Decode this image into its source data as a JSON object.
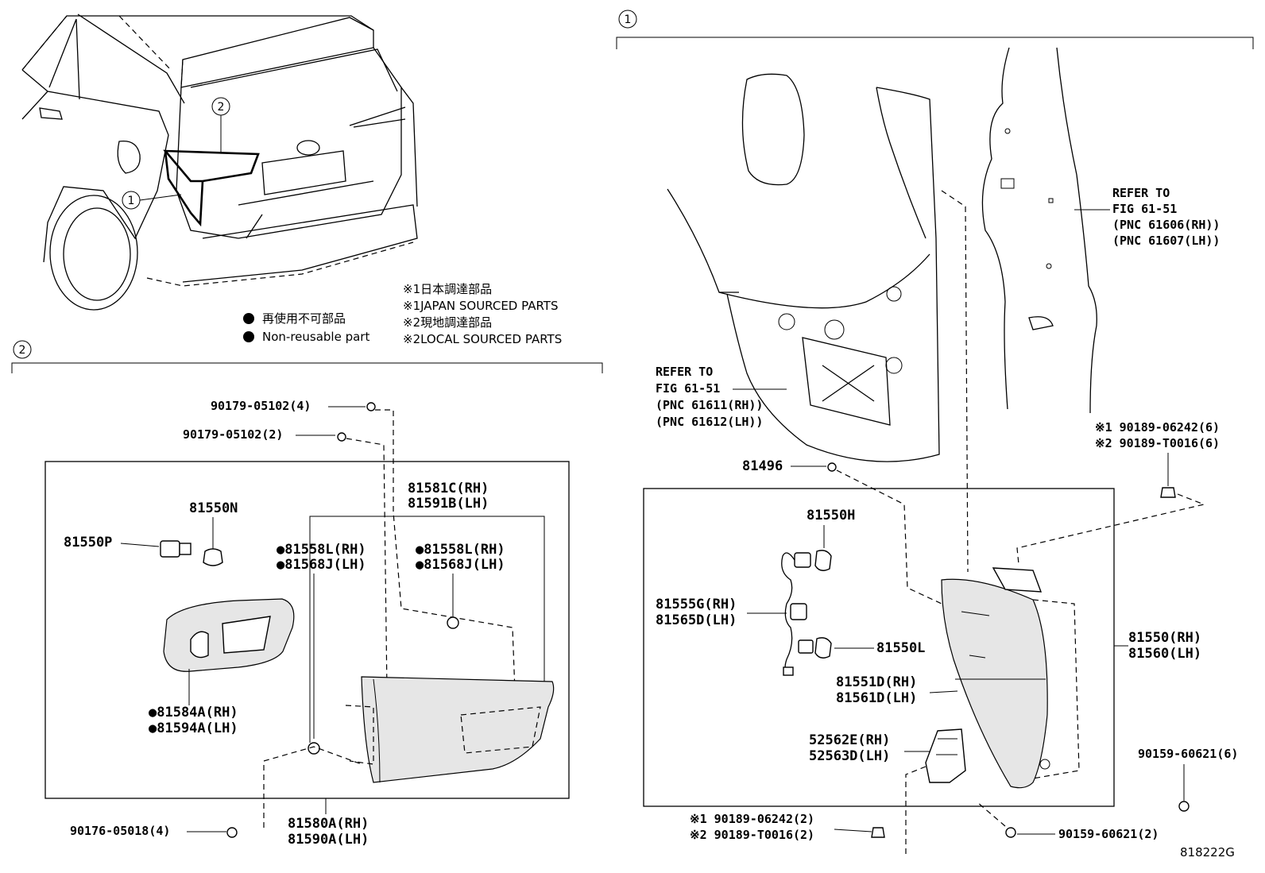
{
  "figure_code": "818222G",
  "callouts": {
    "one": "1",
    "two": "2"
  },
  "legend": {
    "jp_nonreusable": "再使用不可部品",
    "en_nonreusable": "Non-reusable part",
    "jp_japan_sourced": "※1日本調達部品",
    "en_japan_sourced": "※1JAPAN SOURCED PARTS",
    "jp_local_sourced": "※2現地調達部品",
    "en_local_sourced": "※2LOCAL SOURCED PARTS"
  },
  "left_panel": {
    "p_90179_4": "90179-05102(4)",
    "p_90179_2": "90179-05102(2)",
    "p_81581c": "81581C(RH)",
    "p_81591b": "81591B(LH)",
    "p_81550n": "81550N",
    "p_81550p": "81550P",
    "p_81558l_a": "●81558L(RH)",
    "p_81568j_a": "●81568J(LH)",
    "p_81558l_b": "●81558L(RH)",
    "p_81568j_b": "●81568J(LH)",
    "p_81584a": "●81584A(RH)",
    "p_81594a": "●81594A(LH)",
    "p_90176": "90176-05018(4)",
    "p_81580a": "81580A(RH)",
    "p_81590a": "81590A(LH)"
  },
  "right_panel": {
    "refer_a_1": "REFER TO",
    "refer_a_2": "FIG 61-51",
    "refer_a_3": "(PNC 61606(RH))",
    "refer_a_4": "(PNC 61607(LH))",
    "refer_b_1": "REFER TO",
    "refer_b_2": "FIG 61-51",
    "refer_b_3": "(PNC 61611(RH))",
    "refer_b_4": "(PNC 61612(LH))",
    "p_90189_6_1": "※1 90189-06242(6)",
    "p_90189_6_2": "※2 90189-T0016(6)",
    "p_81496": "81496",
    "p_81550h": "81550H",
    "p_81555g": "81555G(RH)",
    "p_81565d": "81565D(LH)",
    "p_81550l": "81550L",
    "p_81550rh": "81550(RH)",
    "p_81560lh": "81560(LH)",
    "p_81551d": "81551D(RH)",
    "p_81561d": "81561D(LH)",
    "p_52562e": "52562E(RH)",
    "p_52563d": "52563D(LH)",
    "p_90159_6": "90159-60621(6)",
    "p_90189_2_1": "※1 90189-06242(2)",
    "p_90189_2_2": "※2 90189-T0016(2)",
    "p_90159_2": "90159-60621(2)"
  }
}
